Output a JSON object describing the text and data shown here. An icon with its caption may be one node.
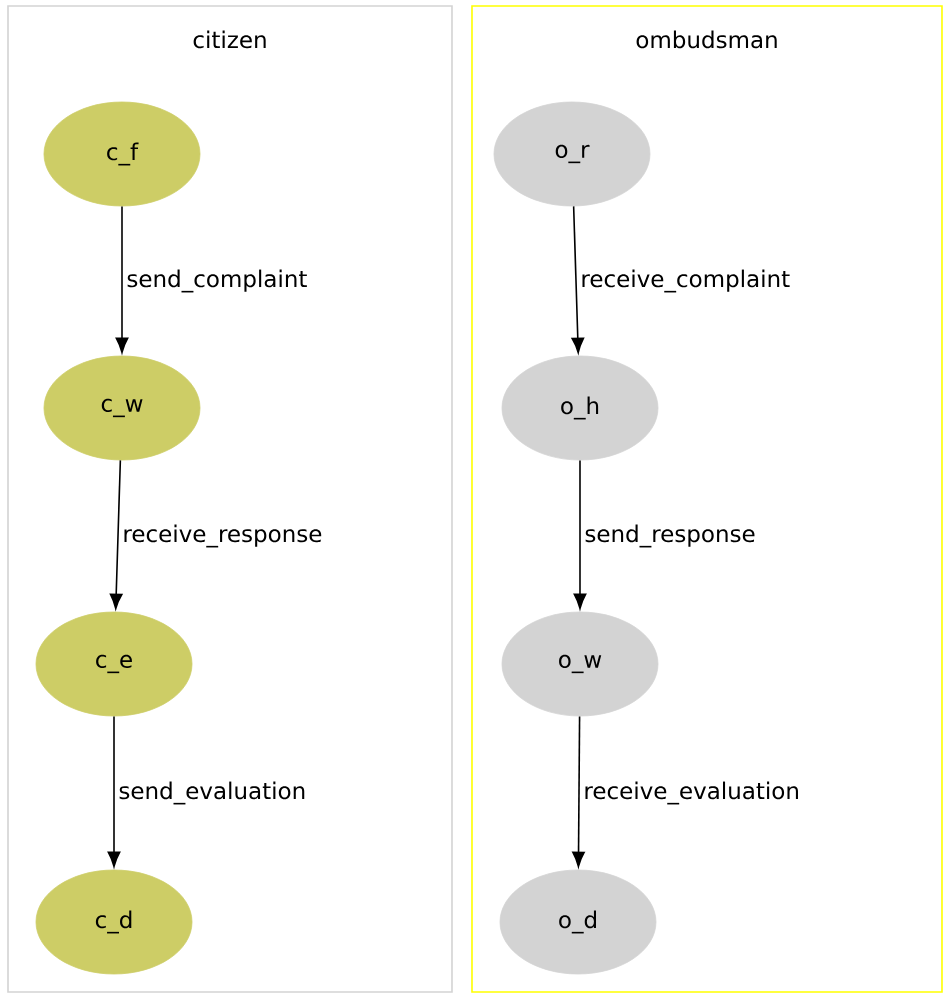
{
  "diagram": {
    "nodes": [
      {
        "text": [
          "citizen"
        ]
      },
      {
        "text": [
          "c_f"
        ],
        "in": 0
      },
      {
        "text": [
          "c_w"
        ],
        "in": 0
      },
      {
        "text": [
          "c_e"
        ],
        "in": 0
      },
      {
        "text": [
          "c_d"
        ],
        "in": 0
      },
      {
        "text": [
          "ombudsman"
        ]
      },
      {
        "text": [
          "o_r"
        ],
        "in": 5
      },
      {
        "text": [
          "o_h"
        ],
        "in": 5
      },
      {
        "text": [
          "o_w"
        ],
        "in": 5
      },
      {
        "text": [
          "o_d"
        ],
        "in": 5
      }
    ],
    "edges": [
      {
        "from": 1,
        "to": 2,
        "arrow": "to",
        "label": "send_complaint"
      },
      {
        "from": 2,
        "to": 3,
        "arrow": "to",
        "label": "receive_response"
      },
      {
        "from": 3,
        "to": 4,
        "arrow": "to",
        "label": "send_evaluation"
      },
      {
        "from": 6,
        "to": 7,
        "arrow": "to",
        "label": "receive_complaint"
      },
      {
        "from": 7,
        "to": 8,
        "arrow": "to",
        "label": "send_response"
      },
      {
        "from": 8,
        "to": 9,
        "arrow": "to",
        "label": "receive_evaluation"
      }
    ]
  }
}
